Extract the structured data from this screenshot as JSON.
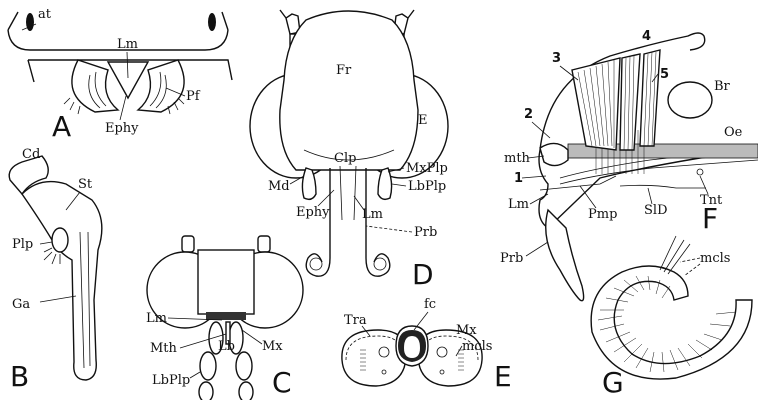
{
  "panels": {
    "A": {
      "letter": "A",
      "labels": {
        "at": "at",
        "lm": "Lm",
        "pf": "Pf",
        "ephy": "Ephy"
      }
    },
    "B": {
      "letter": "B",
      "labels": {
        "cd": "Cd",
        "st": "St",
        "plp": "Plp",
        "ga": "Ga"
      }
    },
    "C": {
      "letter": "C",
      "labels": {
        "lm": "Lm",
        "mth": "Mth",
        "lb": "Lb",
        "mx": "Mx",
        "lbplp": "LbPlp"
      }
    },
    "D": {
      "letter": "D",
      "labels": {
        "fr": "Fr",
        "e": "E",
        "clp": "Clp",
        "mxplp": "MxPlp",
        "lbplp": "LbPlp",
        "md": "Md",
        "ephy": "Ephy",
        "lm": "Lm",
        "prb": "Prb"
      }
    },
    "E": {
      "letter": "E",
      "labels": {
        "tra": "Tra",
        "fc": "fc",
        "mx": "Mx",
        "mcls": "mcls"
      }
    },
    "F": {
      "letter": "F",
      "labels": {
        "n3": "3",
        "n4": "4",
        "n5": "5",
        "br": "Br",
        "oe": "Oe",
        "n2": "2",
        "mth": "mth",
        "n1": "1",
        "lm": "Lm",
        "pmp": "Pmp",
        "sld": "SlD",
        "tnt": "Tnt",
        "prb": "Prb"
      }
    },
    "G": {
      "letter": "G",
      "labels": {
        "mcls": "mcls"
      }
    }
  }
}
